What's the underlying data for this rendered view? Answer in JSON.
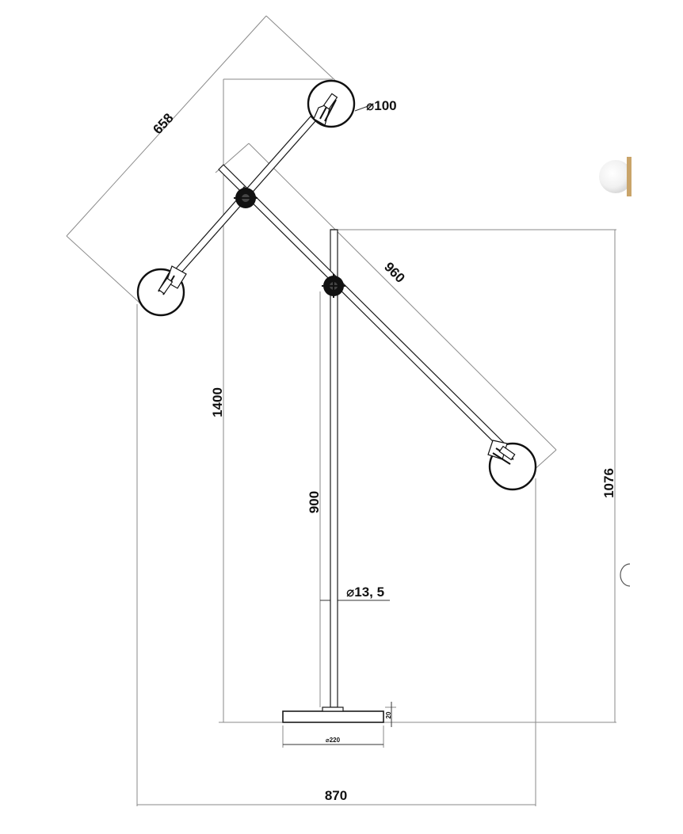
{
  "dimensions": {
    "upper_arm_length": "658",
    "lower_arm_length": "960",
    "shade_diameter": "⌀100",
    "total_height": "1400",
    "pole_height": "900",
    "pivot_height": "1076",
    "pole_diameter": "⌀13, 5",
    "base_diameter": "⌀220",
    "base_thickness": "20",
    "total_width": "870"
  },
  "colors": {
    "line": "#1a1a1a",
    "dimension_line": "#8a8a8a",
    "background": "#ffffff"
  }
}
